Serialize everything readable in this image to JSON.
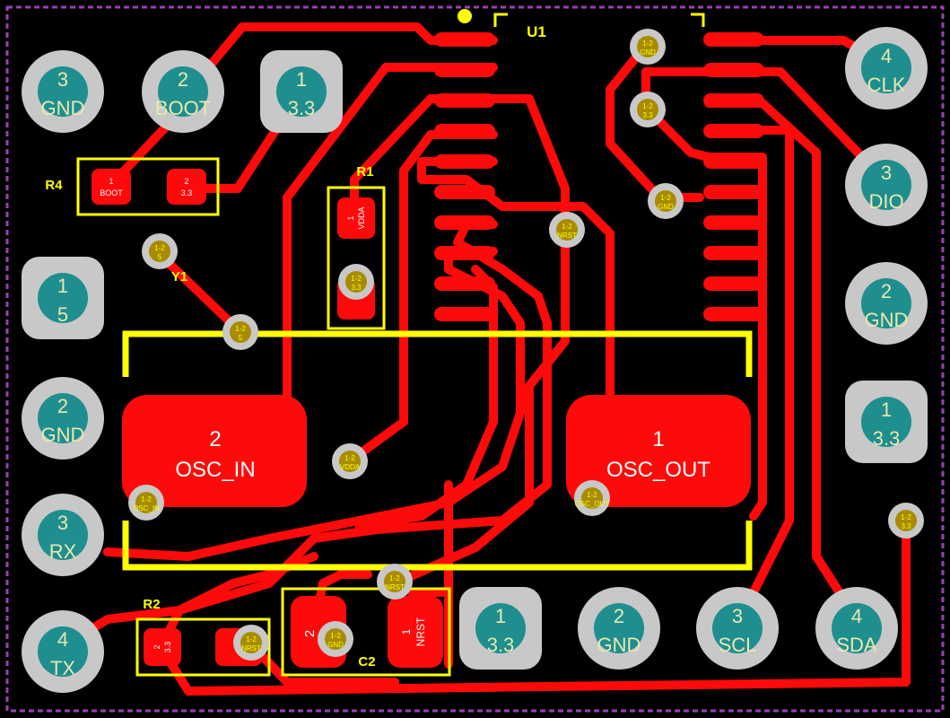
{
  "colors": {
    "background": "#000000",
    "outline": "#9b3fb5",
    "copper": "#ff0a0a",
    "silkscreen": "#ffff00",
    "pad": "#c8c8c8",
    "drill": "#1f8e8e",
    "pad_text": "#e8e8b0",
    "via_text": "#3a3a00"
  },
  "components": {
    "u1": "U1",
    "r1": "R1",
    "r2": "R2",
    "r4": "R4",
    "y1": "Y1",
    "c2": "C2"
  },
  "pins_left": [
    {
      "num": "3",
      "net": "GND"
    },
    {
      "num": "2",
      "net": "BOOT"
    },
    {
      "num": "1",
      "net": "3.3"
    },
    {
      "num": "1",
      "net": "5"
    },
    {
      "num": "2",
      "net": "GND"
    },
    {
      "num": "3",
      "net": "RX"
    },
    {
      "num": "4",
      "net": "TX"
    }
  ],
  "pins_right": [
    {
      "num": "4",
      "net": "CLK"
    },
    {
      "num": "3",
      "net": "DIO"
    },
    {
      "num": "2",
      "net": "GND"
    },
    {
      "num": "1",
      "net": "3.3"
    }
  ],
  "pins_bottom": [
    {
      "num": "1",
      "net": "3.3"
    },
    {
      "num": "2",
      "net": "GND"
    },
    {
      "num": "3",
      "net": "SCL"
    },
    {
      "num": "4",
      "net": "SDA"
    }
  ],
  "crystal_pads": [
    {
      "num": "2",
      "net": "OSC_IN"
    },
    {
      "num": "1",
      "net": "OSC_OUT"
    }
  ],
  "smd_pads": {
    "r4_1": {
      "num": "1",
      "net": "BOOT"
    },
    "r4_2": {
      "num": "2",
      "net": "3.3"
    },
    "r1_1": {
      "num": "1",
      "net": "VDDA"
    },
    "r2_2": {
      "num": "2",
      "net": "3.3"
    },
    "c2_2": {
      "num": "2"
    },
    "c2_1": {
      "num": "1",
      "net": "NRST"
    }
  },
  "vias": [
    {
      "layers": "1-2",
      "net": "GND"
    },
    {
      "layers": "1-2",
      "net": "3.3"
    },
    {
      "layers": "1-2",
      "net": "GND"
    },
    {
      "layers": "1-2",
      "net": "NRST"
    },
    {
      "layers": "1-2",
      "net": "5"
    },
    {
      "layers": "1-2",
      "net": "3.3"
    },
    {
      "layers": "1-2",
      "net": "5"
    },
    {
      "layers": "1-2",
      "net": "VDDA"
    },
    {
      "layers": "1-2",
      "net": "OSC_IN"
    },
    {
      "layers": "1-2",
      "net": "OSC_OUT"
    },
    {
      "layers": "1-2",
      "net": "3.3"
    },
    {
      "layers": "1-2",
      "net": "NRST"
    },
    {
      "layers": "1-2",
      "net": "NRST"
    },
    {
      "layers": "1-2",
      "net": "GND"
    }
  ]
}
